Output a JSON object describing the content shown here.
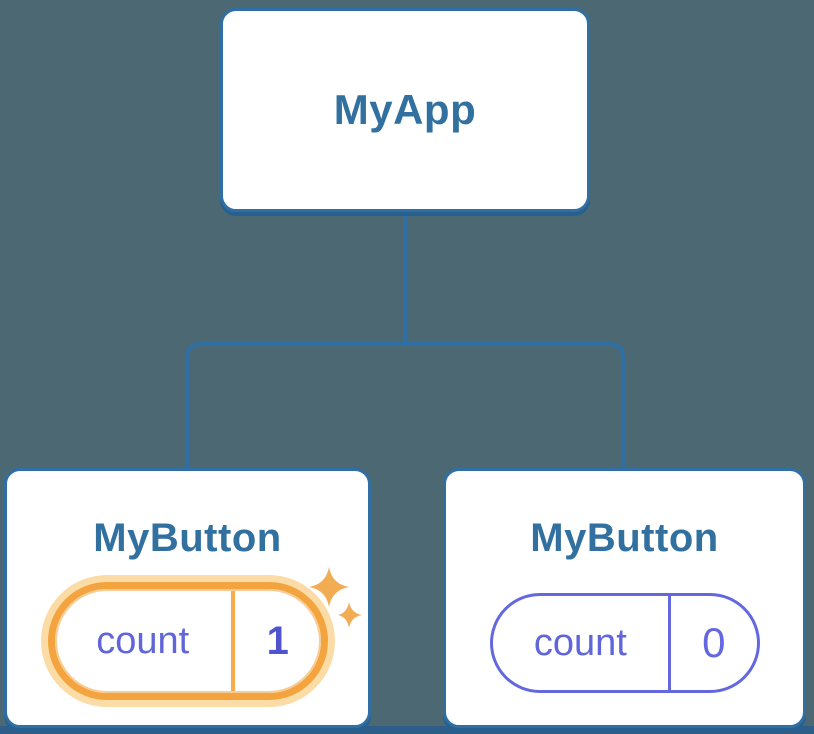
{
  "colors": {
    "background": "#4C6873",
    "connector_blue": "#2F6FA3",
    "node_border_blue": "#2F6FA3",
    "node_shadow_blue": "#27608F",
    "bottom_bar_blue": "#2C5E89",
    "node_label_blue": "#31709F",
    "state_text_purple": "#6065DA",
    "state_pill_purple": "#6468DF",
    "state_value_purple": "#5053CE",
    "highlight_orange": "#F4A43F",
    "highlight_halo_orange": "#FBDCA7",
    "sparkle_orange": "#F2AC53"
  },
  "tree": {
    "root": {
      "label": "MyApp"
    },
    "children": [
      {
        "label": "MyButton",
        "highlighted": true,
        "state": {
          "key": "count",
          "value": "1"
        }
      },
      {
        "label": "MyButton",
        "highlighted": false,
        "state": {
          "key": "count",
          "value": "0"
        }
      }
    ]
  }
}
